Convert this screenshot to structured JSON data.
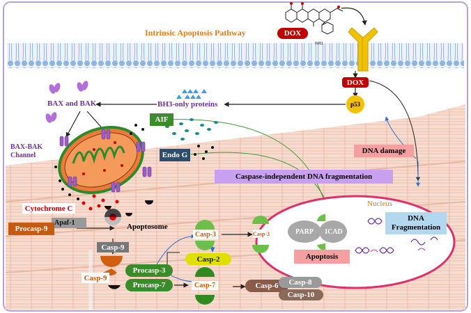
{
  "title": "Intrinsic Apoptosis Pathway",
  "drug": {
    "left_label": "DOX",
    "right_label": "DOX",
    "nh2": "NH2"
  },
  "p53": "p53",
  "bh3": "BH3-only proteins",
  "bax_bak": "BAX and BAK",
  "bax_bak_channel": "BAX-BAK\nChannel",
  "aif": "AIF",
  "endo_g": "Endo G",
  "dna_damage": "DNA damage",
  "caspase_independent": "Caspase-independent DNA fragmentation",
  "nucleus": "Nucleus",
  "cytochrome_c": "Cytochrome C",
  "apaf": "Apaf-1",
  "apoptosome": "Apoptosome",
  "procasp9": "Procasp-9",
  "casp9_a": "Casp-9",
  "casp9_b": "Casp-9",
  "casp3_a": "Casp-3",
  "casp3_b": "Casp-3",
  "casp2": "Casp-2",
  "procasp3": "Procasp-3",
  "procasp7": "Procasp-7",
  "casp7": "Casp-7",
  "casp6": "Casp-6",
  "casp8": "Casp-8",
  "casp10": "Casp-10",
  "parp": "PARP",
  "icad": "ICAD",
  "dna_fragmentation": "DNA\nFragmentation",
  "apoptosis": "Apoptosis",
  "colors": {
    "title": "#e07b1a",
    "dox": "#c00000",
    "purple_text": "#7030a0",
    "green_box": "#3a8c2a",
    "navy_box": "#2e4d6b",
    "orange_box": "#c55a11",
    "pink_box": "#f4a0a0",
    "lavender": "#c9a0f0",
    "light_blue": "#b4d7f0",
    "membrane": "#8fb4e0",
    "muscle": "#f5d5c5",
    "nucleus_ring": "#e0306a",
    "brown_pill": "#8a5a4a",
    "grey_pill": "#9a9a9a",
    "yellow_pill": "#e0e000"
  }
}
